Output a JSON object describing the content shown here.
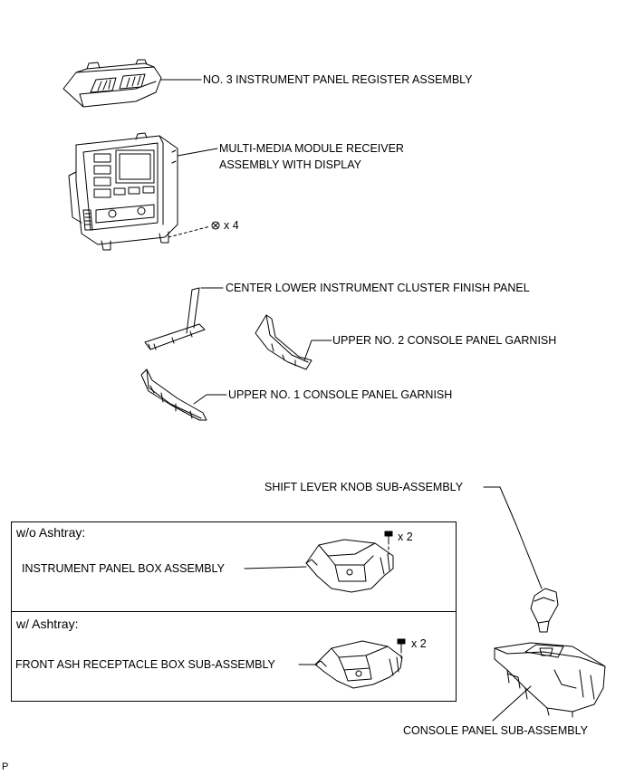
{
  "labels": {
    "register": "NO. 3 INSTRUMENT PANEL REGISTER ASSEMBLY",
    "receiver_line1": "MULTI-MEDIA MODULE RECEIVER",
    "receiver_line2": "ASSEMBLY WITH DISPLAY",
    "screw_count_receiver": "x 4",
    "center_lower": "CENTER LOWER INSTRUMENT CLUSTER FINISH PANEL",
    "upper_no2": "UPPER NO. 2 CONSOLE PANEL GARNISH",
    "upper_no1": "UPPER NO. 1 CONSOLE PANEL GARNISH",
    "shift_knob": "SHIFT LEVER KNOB SUB-ASSEMBLY",
    "console_panel": "CONSOLE PANEL SUB-ASSEMBLY",
    "corner_code": "P"
  },
  "variants": {
    "without_ashtray": {
      "heading": "w/o Ashtray:",
      "part": "INSTRUMENT PANEL BOX ASSEMBLY",
      "screw_count": "x 2"
    },
    "with_ashtray": {
      "heading": "w/ Ashtray:",
      "part": "FRONT ASH RECEPTACLE BOX SUB-ASSEMBLY",
      "screw_count": "x 2"
    }
  }
}
